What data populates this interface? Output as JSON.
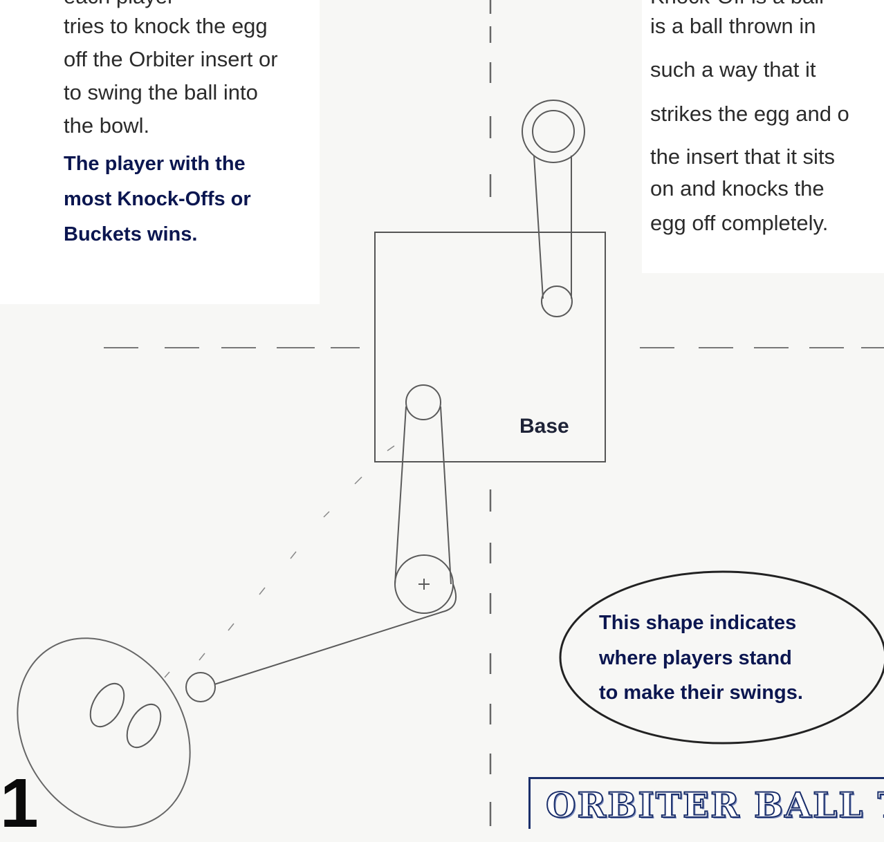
{
  "left_text": {
    "fragment_top": "each player",
    "lines": [
      "tries to knock the egg",
      "off the Orbiter insert or",
      "to swing the ball into",
      "the bowl."
    ],
    "bold_lines": [
      "The player with the",
      "most Knock-Offs or",
      "Buckets wins."
    ]
  },
  "right_text": {
    "fragment_top": "Knock-Off is a ball",
    "lines": [
      "is a ball thrown in",
      "such a way that it",
      "strikes the egg and o",
      "the insert that it sits",
      "on and knocks the",
      "egg off completely."
    ]
  },
  "diagram": {
    "base_label": "Base",
    "stand_note": [
      "This shape indicates",
      "where players stand",
      "to make their swings."
    ]
  },
  "page_number": "1",
  "banner_title": "ORBITER BALL TOSS",
  "colors": {
    "line": "#5a5a5a",
    "bold_text": "#0b1650",
    "banner_border": "#1b2f6b"
  }
}
